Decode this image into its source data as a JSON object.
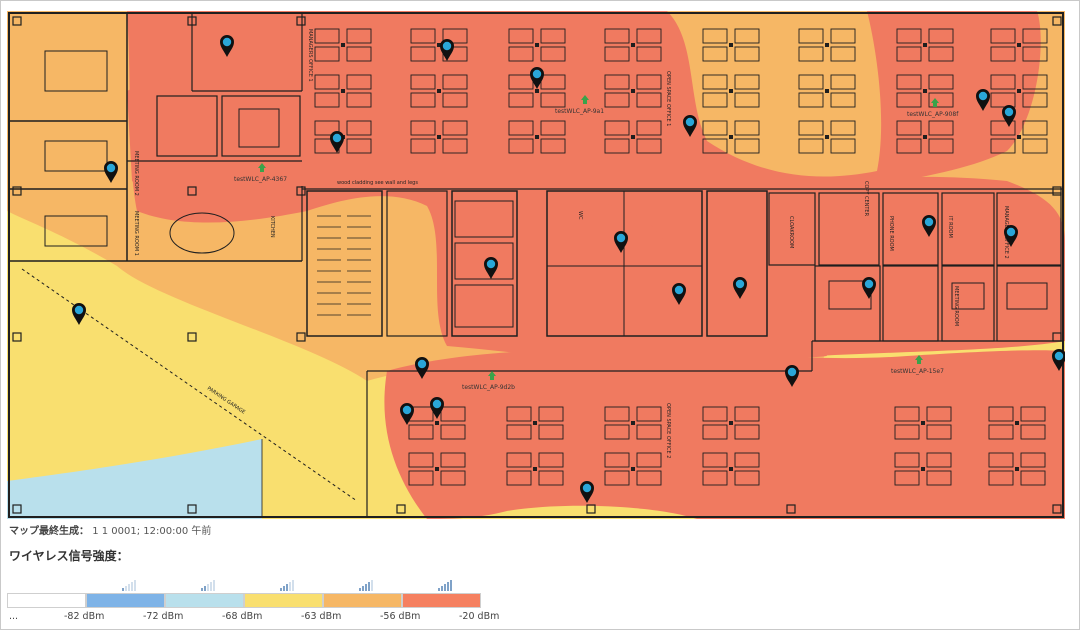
{
  "map": {
    "access_points": [
      {
        "name": "testWLC_AP-4367"
      },
      {
        "name": "testWLC_AP-9a1"
      },
      {
        "name": "testWLC_AP-908f"
      },
      {
        "name": "testWLC_AP-9d2b"
      },
      {
        "name": "testWLC_AP-15e7"
      }
    ],
    "room_labels": [
      "MEETING ROOM 2",
      "MEETING ROOM 1",
      "KITCHEN",
      "MANAGERS OFFICE 1",
      "MANAGERS OFFICE 2",
      "OPEN SPACE OFFICE 1",
      "OPEN SPACE OFFICE 2",
      "WC",
      "CLOAKROOM",
      "COPY CENTER",
      "PHONE ROOM",
      "IT ROOM",
      "MEETING ROOM",
      "PARKING GARAGE"
    ],
    "annotation": "wood cladding see wall and legs"
  },
  "footer": {
    "updated_label": "マップ最終生成：",
    "updated_value": "1 1 0001; 12:00:00 午前"
  },
  "legend": {
    "title": "ワイヤレス信号強度：",
    "levels": [
      {
        "label": "...",
        "color": "#ffffff",
        "bars": 0
      },
      {
        "label": "-82 dBm",
        "color": "#7eb3e7",
        "bars": 1
      },
      {
        "label": "-72 dBm",
        "color": "#b9e0ec",
        "bars": 2
      },
      {
        "label": "-68 dBm",
        "color": "#f9df6f",
        "bars": 3
      },
      {
        "label": "-63 dBm",
        "color": "#f6b765",
        "bars": 4
      },
      {
        "label": "-56 dBm",
        "color": "#f58060",
        "bars": 5
      },
      {
        "label": "-20 dBm",
        "color": "#f06a57",
        "bars": 5
      }
    ]
  },
  "colors": {
    "zone_lightblue": "#b9e0ec",
    "zone_yellow": "#f9df6f",
    "zone_orange": "#f6b765",
    "zone_red": "#f07a60",
    "wall": "#1f1f1f",
    "marker": "#2aa6d8"
  },
  "icons": {
    "marker": "map-pin-icon",
    "ap": "wifi-ap-icon",
    "signal": "signal-bars-icon"
  }
}
